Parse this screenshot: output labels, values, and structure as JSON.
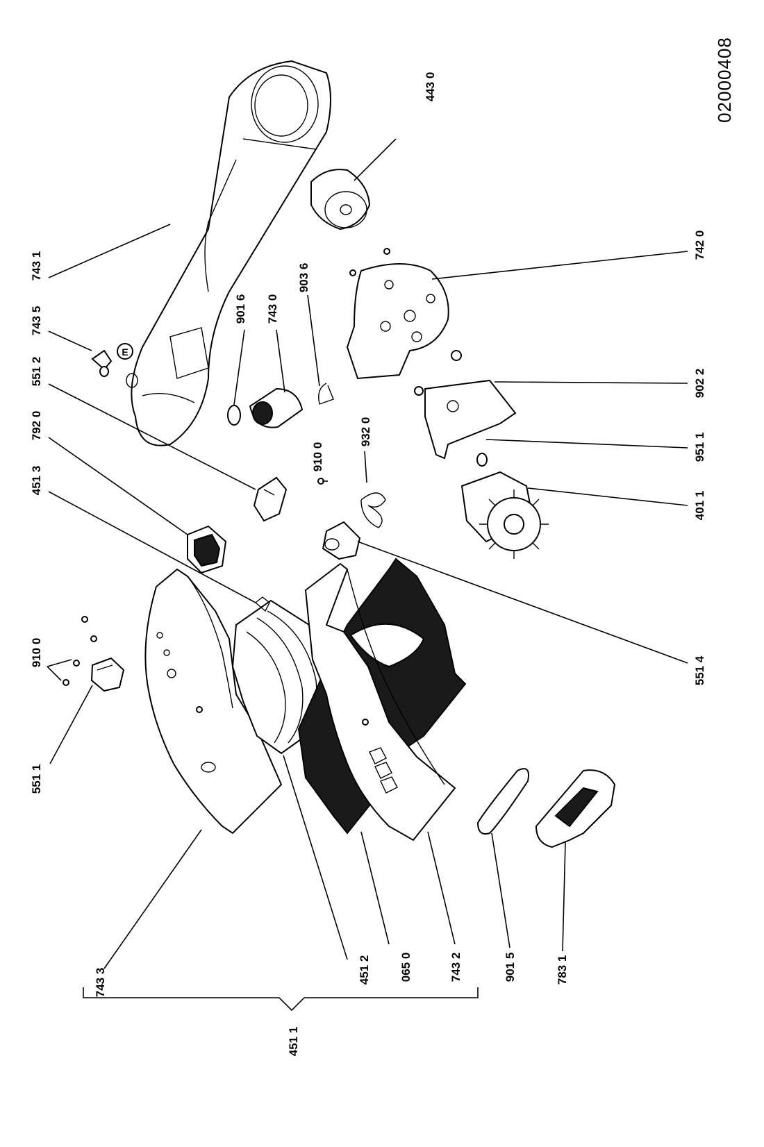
{
  "document_number": "02000408",
  "parts": {
    "p7431": "743 1",
    "p7435": "743 5",
    "p5512": "551 2",
    "p7920": "792 0",
    "p4513": "451 3",
    "p9100a": "910 0",
    "p9100b": "910 0",
    "p5511": "551 1",
    "p9016": "901 6",
    "p7430": "743 0",
    "p9036": "903 6",
    "p9320": "932 0",
    "p4430": "443 0",
    "p7420": "742 0",
    "p9022": "902 2",
    "p9511": "951 1",
    "p4011": "401 1",
    "p5514": "551 4",
    "p7433": "743 3",
    "p4512": "451 2",
    "p0650": "065 0",
    "p7432": "743 2",
    "p9015": "901 5",
    "p7831": "783 1",
    "p4511": "451 1"
  },
  "markers": {
    "e_symbol": "E"
  }
}
